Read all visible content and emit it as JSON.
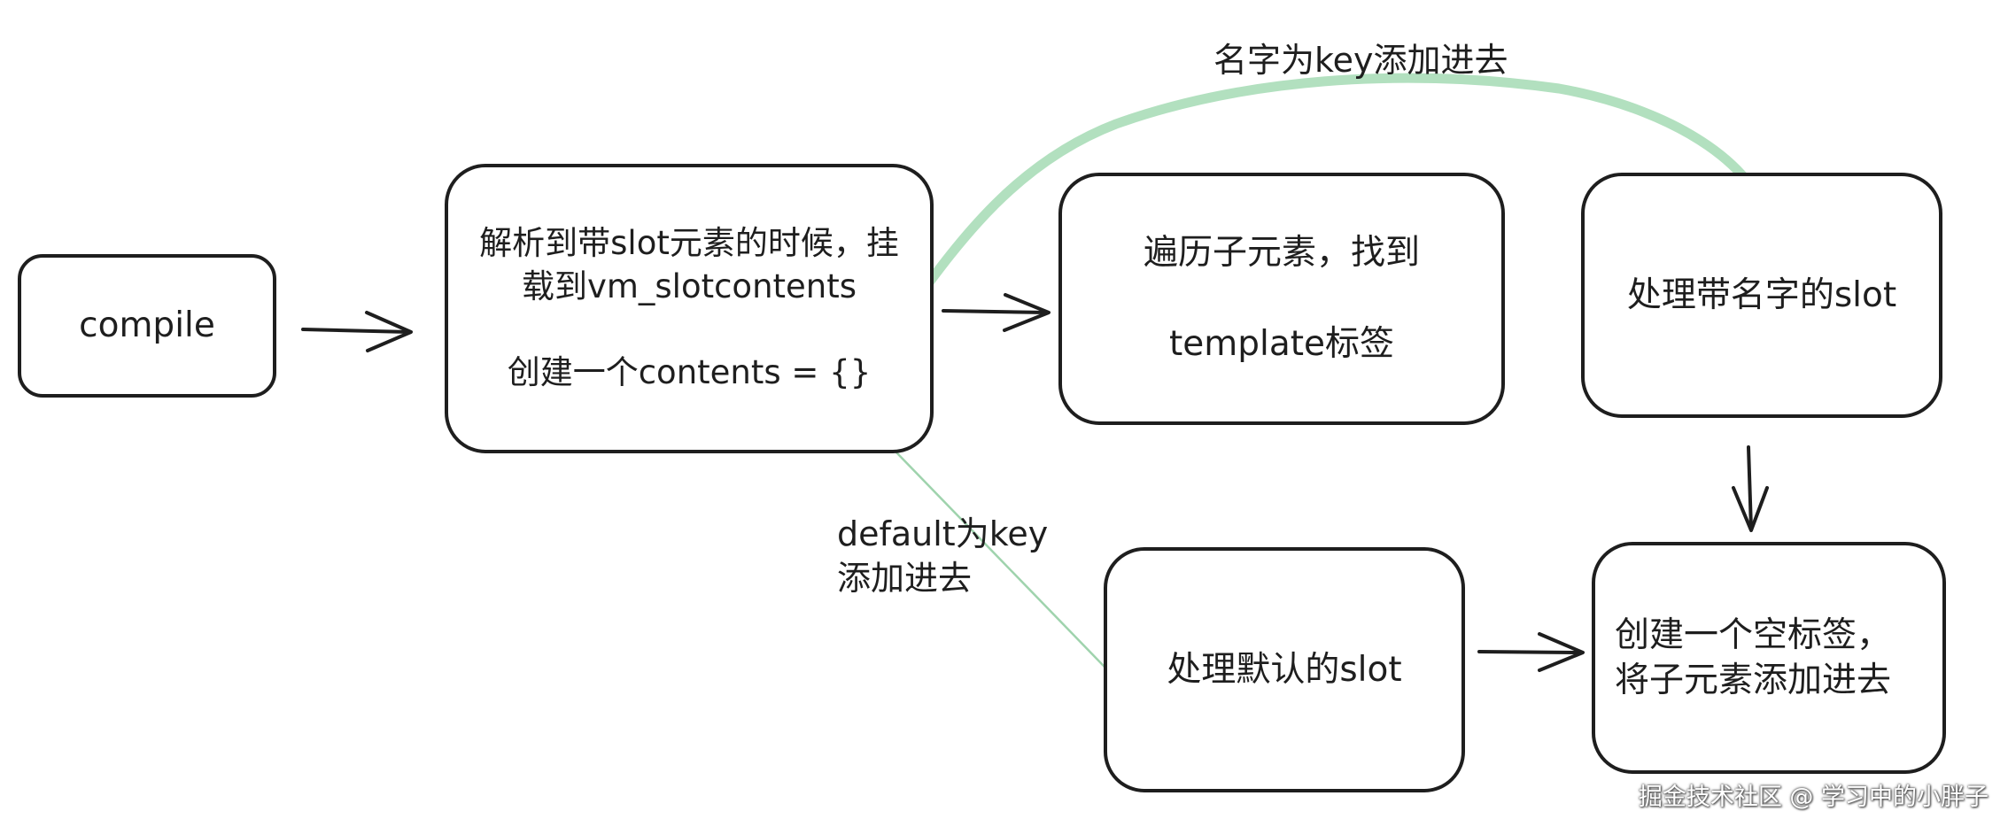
{
  "diagram": {
    "nodes": {
      "compile": "compile",
      "parse": "解析到带slot元素的时候，挂\n载到vm_slotcontents\n\n创建一个contents = {}",
      "traverse": "遍历子元素，找到\n\ntemplate标签",
      "named_slot": "处理带名字的slot",
      "default_slot": "处理默认的slot",
      "create_tag": "创建一个空标签，\n将子元素添加进去"
    },
    "edge_labels": {
      "named_key": "名字为key添加进去",
      "default_key": "default为key\n添加进去"
    },
    "colors": {
      "stroke": "#1e1e1e",
      "named_connector": "#b2e0bf",
      "default_connector": "#9fd3ad",
      "background": "#ffffff"
    }
  },
  "watermark": "掘金技术社区 @ 学习中的小胖子"
}
